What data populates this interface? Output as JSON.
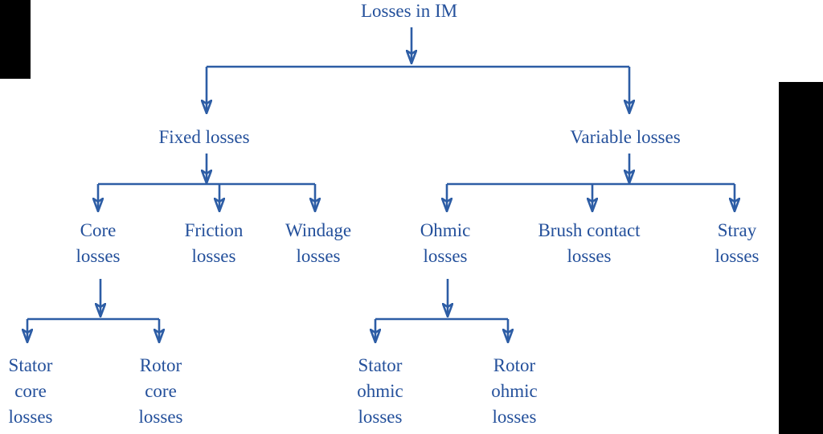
{
  "diagram": {
    "title": "Losses in IM",
    "colors": {
      "line_blue": "#2d5da5",
      "text_blue": "#24509b",
      "redaction_black": "#000000",
      "background": "#ffffff"
    },
    "nodes": {
      "root": {
        "label": "Losses in IM"
      },
      "fixed": {
        "label": "Fixed losses"
      },
      "variable": {
        "label": "Variable losses"
      },
      "core": {
        "label": "Core\nlosses"
      },
      "friction": {
        "label": "Friction\nlosses"
      },
      "windage": {
        "label": "Windage\nlosses"
      },
      "ohmic": {
        "label": "Ohmic\nlosses"
      },
      "brush_contact": {
        "label": "Brush contact\nlosses"
      },
      "stray": {
        "label": "Stray\nlosses"
      },
      "stator_core": {
        "label": "Stator\ncore\nlosses"
      },
      "rotor_core": {
        "label": "Rotor\ncore\nlosses"
      },
      "stator_ohmic": {
        "label": "Stator\nohmic\nlosses"
      },
      "rotor_ohmic": {
        "label": "Rotor\nohmic\nlosses"
      }
    },
    "structure": {
      "label": "Losses in IM",
      "children": [
        {
          "label": "Fixed losses",
          "children": [
            {
              "label": "Core losses",
              "children": [
                {
                  "label": "Stator core losses"
                },
                {
                  "label": "Rotor core losses"
                }
              ]
            },
            {
              "label": "Friction losses"
            },
            {
              "label": "Windage losses"
            }
          ]
        },
        {
          "label": "Variable losses",
          "children": [
            {
              "label": "Ohmic losses",
              "children": [
                {
                  "label": "Stator ohmic losses"
                },
                {
                  "label": "Rotor ohmic losses"
                }
              ]
            },
            {
              "label": "Brush contact losses"
            },
            {
              "label": "Stray losses"
            }
          ]
        }
      ]
    }
  }
}
